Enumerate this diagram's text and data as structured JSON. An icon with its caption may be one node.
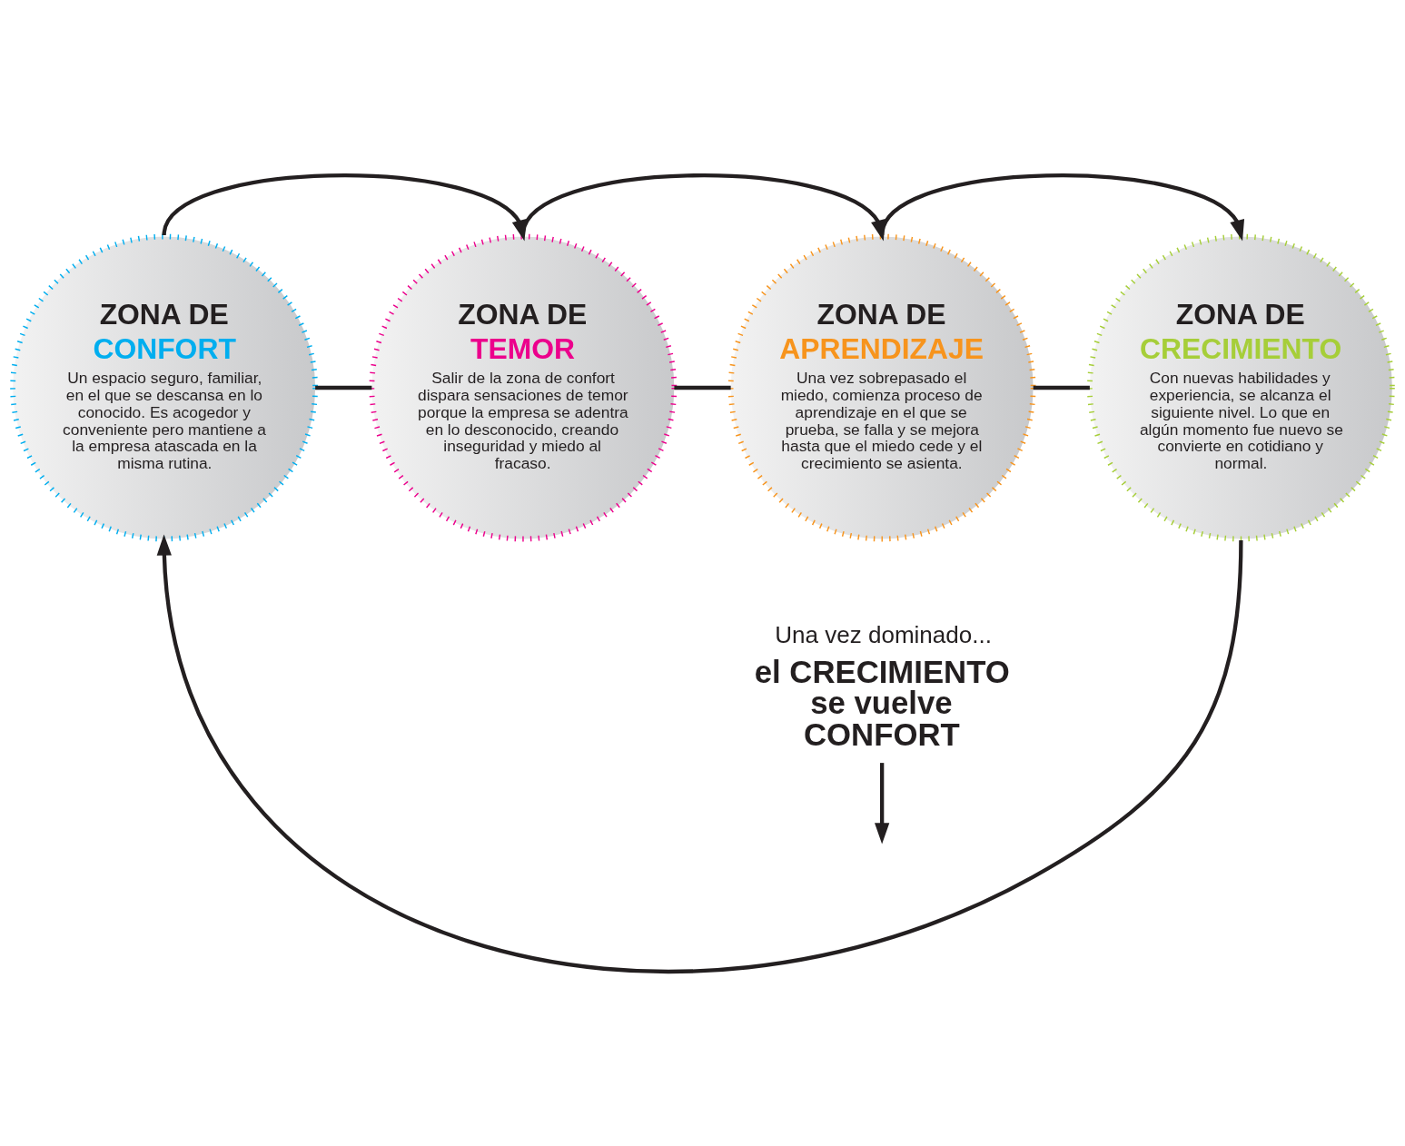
{
  "diagram": {
    "nodes": [
      {
        "text": [
          "ZONA DE",
          "CONFORT",
          "Un espacio seguro, familiar, en el que se descansa en lo conocido. Es acogedor y conveniente pero mantiene a la empresa atascada en la misma rutina."
        ]
      },
      {
        "text": [
          "ZONA DE",
          "TEMOR",
          "Salir de la zona de confort dispara sensaciones de temor porque la empresa se adentra en lo desconocido, creando inseguridad y miedo al fracaso."
        ]
      },
      {
        "text": [
          "ZONA DE",
          "APRENDIZAJE",
          "Una vez sobrepasado el miedo, comienza proceso de aprendizaje en el que se prueba, se falla y se mejora hasta que el miedo cede y el crecimiento se asienta."
        ]
      },
      {
        "text": [
          "ZONA DE",
          "CRECIMIENTO",
          "Con nuevas habilidades y experiencia, se alcanza el siguiente nivel. Lo que en algún momento fue nuevo se convierte en cotidiano y normal."
        ]
      },
      {
        "text": [
          "Una vez dominado...",
          "el CRECIMIENTO se vuelve CONFORT"
        ]
      }
    ],
    "edges": [
      {
        "from": 0,
        "to": 1,
        "arrow": "to"
      },
      {
        "from": 1,
        "to": 2,
        "arrow": "to"
      },
      {
        "from": 2,
        "to": 3,
        "arrow": "to"
      },
      {
        "from": 0,
        "to": 1,
        "arrow": "none"
      },
      {
        "from": 1,
        "to": 2,
        "arrow": "none"
      },
      {
        "from": 2,
        "to": 3,
        "arrow": "none"
      },
      {
        "from": 3,
        "to": 0,
        "arrow": "to"
      },
      {
        "from": 4,
        "to": null,
        "arrow": "to"
      }
    ]
  }
}
